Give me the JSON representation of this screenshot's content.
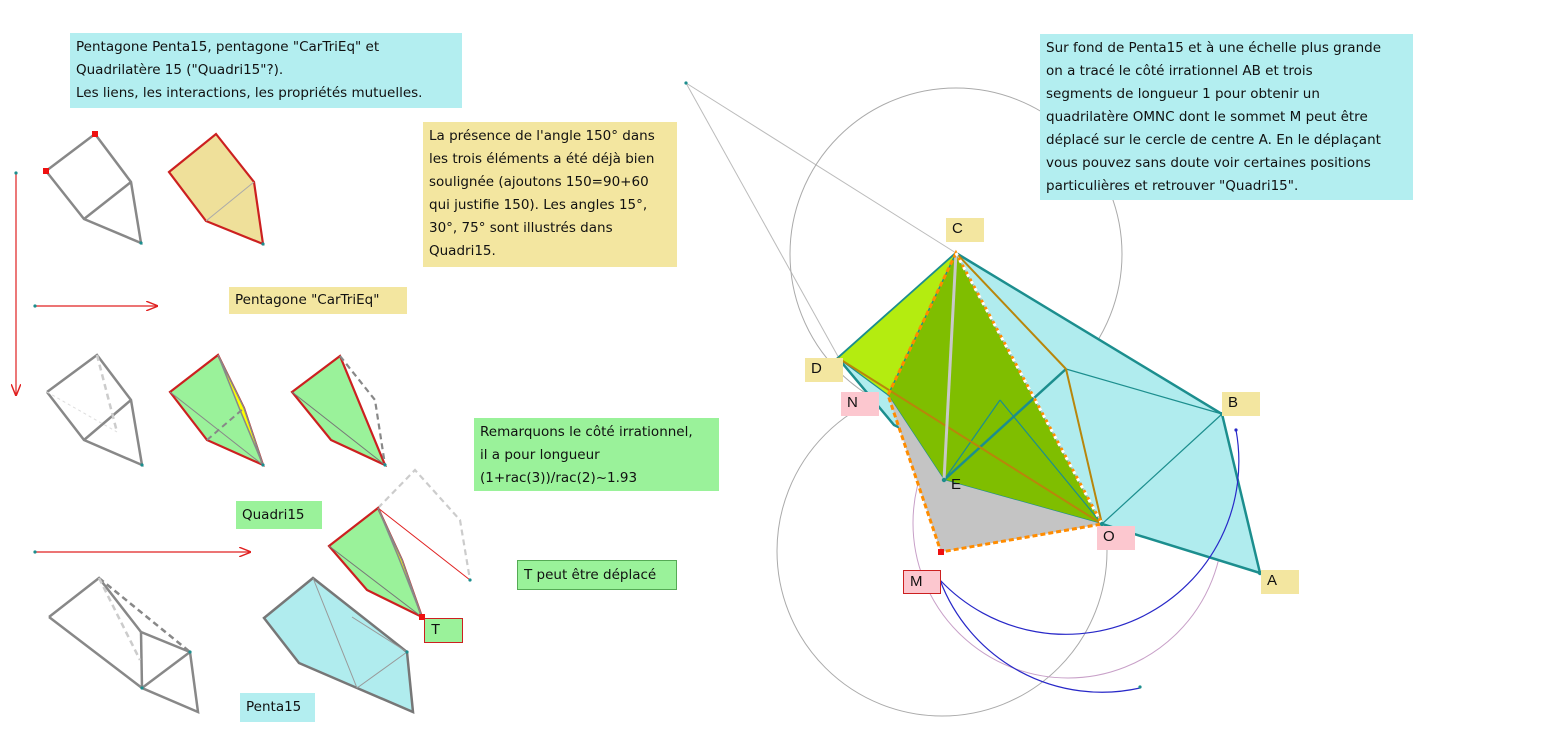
{
  "texts": {
    "intro": "Pentagone Penta15, pentagone \"CarTriEq\" et\nQuadrilatère 15 (\"Quadri15\"?).\nLes liens, les interactions, les propriétés mutuelles.",
    "angle_note": "La présence de l'angle 150° dans\nles trois éléments a été déjà bien\nsoulignée (ajoutons 150=90+60\nqui justifie 150). Les angles 15°,\n30°, 75° sont illustrés dans\nQuadri15.",
    "right_note": "Sur fond de Penta15 et à une échelle plus grande\non a tracé le côté irrationnel AB et trois\nsegments de longueur 1 pour obtenir un\nquadrilatère OMNC dont le sommet M peut être\ndéplacé sur le cercle de centre A. En le déplaçant\n vous pouvez sans doute voir certaines positions\nparticulières et retrouver \"Quadri15\".",
    "irrational_note": "Remarquons le côté irrationnel,\nil a pour longueur\n(1+rac(3))/rac(2)~1.93",
    "t_note": "T peut être déplacé"
  },
  "labels": {
    "cartrieq": "Pentagone \"CarTriEq\"",
    "quadri15": "Quadri15",
    "penta15": "Penta15",
    "T": "T",
    "C": "C",
    "D": "D",
    "N": "N",
    "B": "B",
    "E": "E",
    "O": "O",
    "M": "M",
    "A": "A"
  },
  "colors": {
    "cyan_box": "#b3eef0",
    "tan_box": "#f3e6a0",
    "green_box": "#9af29a",
    "pink_box": "#fcc7cf",
    "lime_fill": "#b4ec10",
    "olive_fill": "#7fbe00",
    "gray_fill": "#c4c4c4",
    "cyan_fill": "#b0ecee",
    "teal_edge": "#1c8e8e",
    "gold_edge": "#b8860b",
    "orange_dash": "#ff8c00",
    "arrow_red": "#e02020",
    "arc_blue": "#2828c8"
  }
}
